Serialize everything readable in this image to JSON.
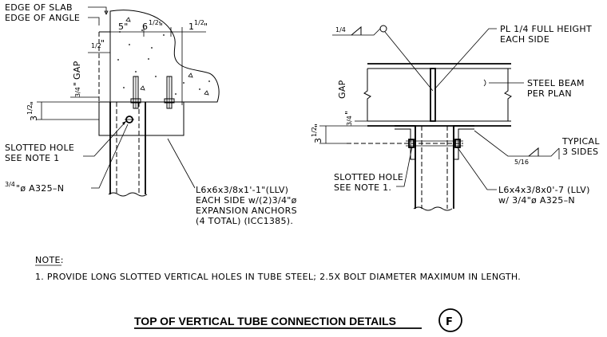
{
  "left_detail": {
    "edge_slab": "EDGE OF SLAB",
    "edge_angle": "EDGE OF ANGLE",
    "dim_5": "5\"",
    "dim_6_whole": "6",
    "dim_6_frac": "1/2",
    "dim_6_unit": "\"",
    "dim_1_whole": "1",
    "dim_1_frac": "1/2",
    "dim_1_unit": "\"",
    "dim_half_frac": "1/2",
    "dim_half_unit": "\"",
    "gap_frac": "3/4",
    "gap_unit": "\"",
    "gap_label": "GAP",
    "dim_3_whole": "3",
    "dim_3_frac": "1/2",
    "dim_3_unit": "\"",
    "slotted_1": "SLOTTED HOLE",
    "slotted_2": "SEE NOTE 1",
    "bolt_frac": "3/4",
    "bolt_text": "\"ø A325–N",
    "angle_1": "L6x6x3/8x1'-1\"(LLV)",
    "angle_2": "EACH SIDE w/(2)3/4\"ø",
    "angle_3": "EXPANSION ANCHORS",
    "angle_4": "(4 TOTAL) (ICC1385)."
  },
  "right_detail": {
    "weld_frac": "1/4",
    "plate_1": "PL 1/4 FULL HEIGHT",
    "plate_2": "EACH SIDE",
    "beam_1": "STEEL BEAM",
    "beam_2": "PER PLAN",
    "gap_frac": "3/4",
    "gap_unit": "\"",
    "gap_label": "GAP",
    "dim_3_whole": "3",
    "dim_3_frac": "1/2",
    "dim_3_unit": "\"",
    "typical_1": "TYPICAL",
    "typical_2": "3 SIDES",
    "weld2_frac": "5/16",
    "slotted_1": "SLOTTED HOLE",
    "slotted_2": "SEE NOTE 1.",
    "angle_1": "L6x4x3/8x0'-7 (LLV)",
    "angle_2": "w/ 3/4\"ø A325–N"
  },
  "note_heading": "NOTE:",
  "note_1": "1. PROVIDE LONG SLOTTED VERTICAL HOLES IN TUBE STEEL; 2.5X BOLT DIAMETER MAXIMUM IN LENGTH.",
  "title": "TOP OF VERTICAL TUBE CONNECTION DETAILS",
  "detail_tag": "F"
}
